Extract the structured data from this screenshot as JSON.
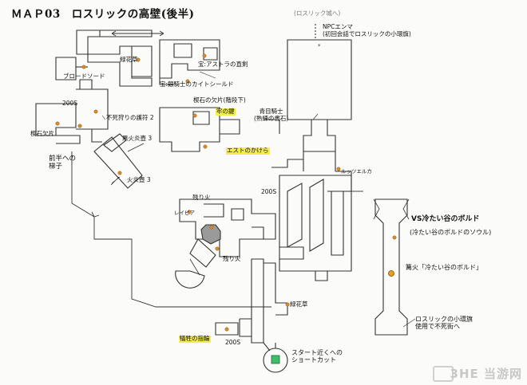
{
  "title": "ＭＡＰ03　ロスリックの高壁(後半)",
  "labels": {
    "sword": "ブロードソード",
    "treasure_astora": "宝:アストラの直剣",
    "treasure_shield": "宝:銀騎士のカイトシールド",
    "green_grass_top": "緑花草",
    "scale_200_left": "200S",
    "undead_charm": "不死狩りの護符 2",
    "shard_left": "楔石欠片",
    "to_first_half": "前半への\n梯子",
    "black_firebomb": "黒火炎壺 3",
    "firebomb": "火炎壺 3",
    "shard_under_stairs": "楔石の欠片(階段下)",
    "key_item": "牢の鍵",
    "estus_shard": "エストのかけら",
    "blue_knight": "青目騎士\n(熟練の書石)",
    "to_lothric_castle": "(ロスリック城へ)",
    "npc_emma": "NPCエンマ\n(初回会話でロスリックの小環旗)",
    "lucatiel": "ルッツエルカ",
    "scale_200_mid": "200S",
    "ember": "残り火",
    "rapier": "レイピア",
    "ember_2": "残り火",
    "boss": "VS冷たい谷のボルド",
    "boss_soul": "(冷たい谷のボルドのソウル)",
    "bonfire": "篝火「冷たい谷のボルド」",
    "green_grass_bottom": "緑花草",
    "sacrifice_ring": "犠牲の指輪",
    "scale_200_bottom": "200S",
    "shortcut": "スタート近くへの\nショートカット",
    "banner": "ロスリックの小環旗\n使用で不死街へ"
  },
  "watermark": {
    "brand": "3HE 当游网"
  },
  "colors": {
    "wall": "#333333",
    "highlight": "#f2ee4a",
    "item_dot": "#d98a2b",
    "bonfire": "#e8a020",
    "shortcut_box": "#3fbf6a",
    "pillar": "#888888"
  }
}
